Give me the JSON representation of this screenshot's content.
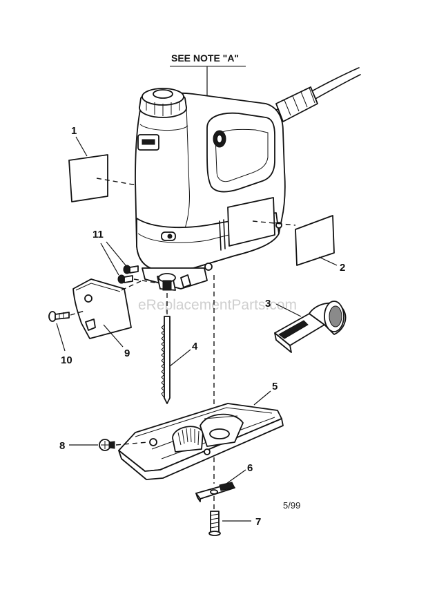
{
  "header": {
    "note": "SEE NOTE \"A\""
  },
  "watermark": "eReplacementParts.com",
  "date_code": "5/99",
  "callouts": {
    "c1": "1",
    "c2": "2",
    "c3": "3",
    "c4": "4",
    "c5": "5",
    "c6": "6",
    "c7": "7",
    "c8": "8",
    "c9": "9",
    "c10": "10",
    "c11": "11"
  },
  "colors": {
    "ink": "#111111",
    "watermark": "#cfcfcf",
    "background": "#ffffff"
  }
}
